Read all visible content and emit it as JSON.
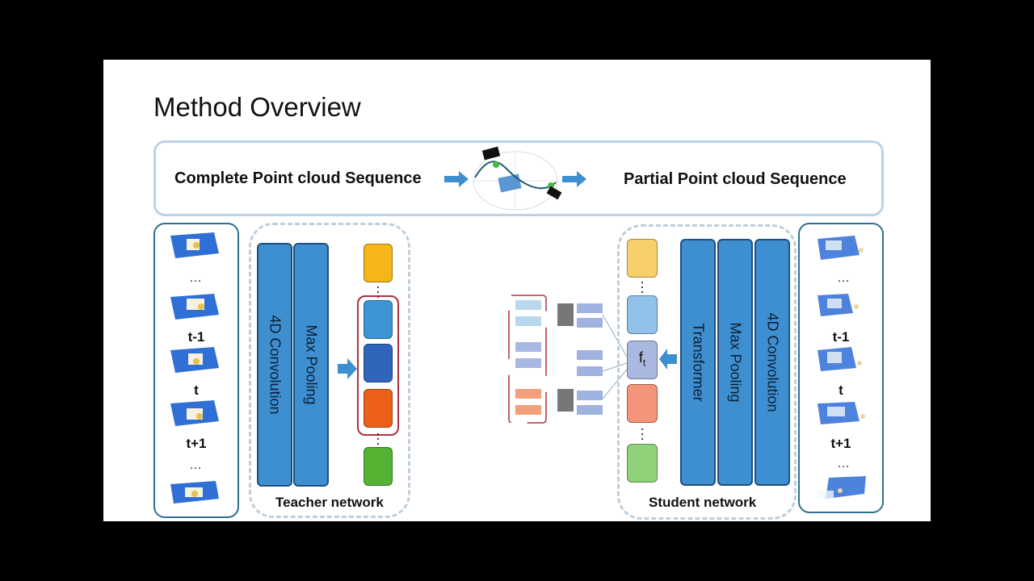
{
  "title": "Method Overview",
  "banner": {
    "left_text": "Complete Point cloud Sequence",
    "right_text": "Partial Point cloud Sequence"
  },
  "teacher": {
    "frame_labels": [
      "t-1",
      "t",
      "t+1"
    ],
    "ellipsis": "…",
    "conv_label": "4D Convolution",
    "pool_label": "Max Pooling",
    "network_label": "Teacher network"
  },
  "student": {
    "frame_labels": [
      "t-1",
      "t",
      "t+1"
    ],
    "ellipsis": "…",
    "transformer_label": "Transformer",
    "pool_label": "Max Pooling",
    "conv_label": "4D Convolution",
    "network_label": "Student network",
    "feature_label": "f",
    "feature_subscript": "t"
  },
  "colors": {
    "teacher_features": [
      "#f5b619",
      "#3d95d6",
      "#2f66bc",
      "#ec6117",
      "#54b332"
    ],
    "student_features": [
      "#f7d06b",
      "#92c2ea",
      "#aab8e0",
      "#f2957a",
      "#8fd27a"
    ],
    "bar_fill": "#3e8fd0",
    "accent_red": "#b03040"
  }
}
